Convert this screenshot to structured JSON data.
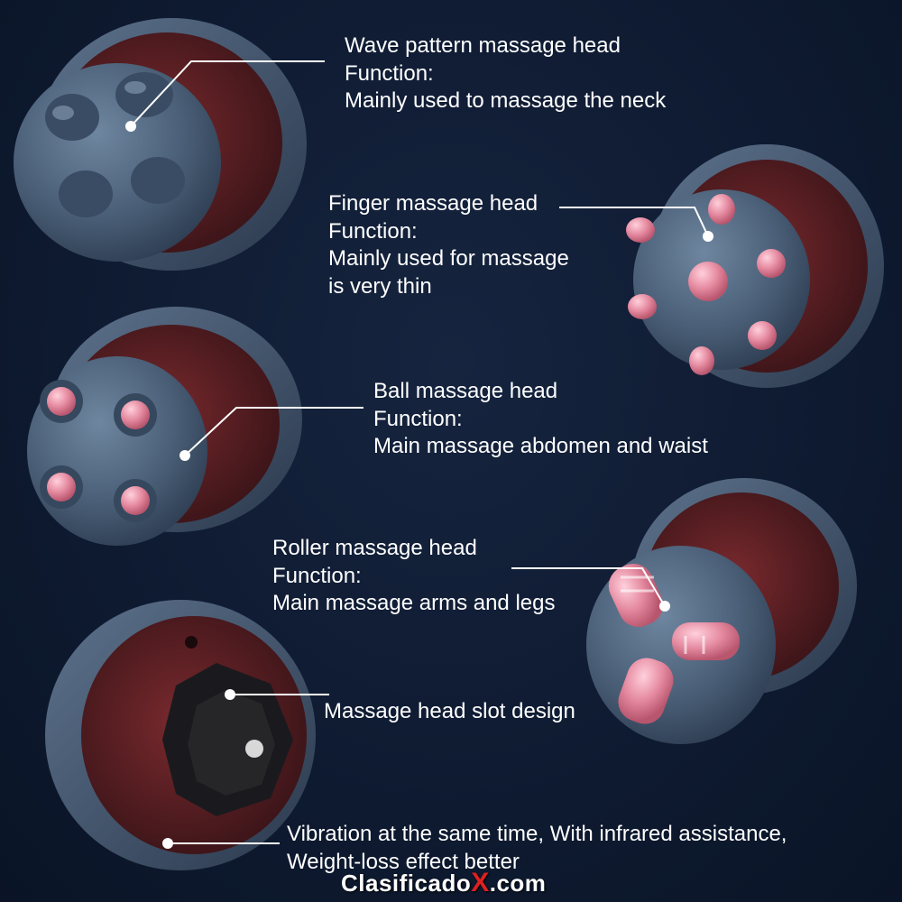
{
  "captions": {
    "wave": {
      "title": "Wave pattern massage head",
      "label": "Function:",
      "desc": "Mainly used to massage the neck"
    },
    "finger": {
      "title": "Finger massage head",
      "label": "Function:",
      "desc1": "Mainly used for massage",
      "desc2": "is very thin"
    },
    "ball": {
      "title": "Ball massage head",
      "label": "Function:",
      "desc": "Main massage abdomen and waist"
    },
    "roller": {
      "title": "Roller massage head",
      "label": "Function:",
      "desc": "Main massage arms and legs"
    },
    "slot": {
      "title": "Massage head slot design"
    },
    "vibration": {
      "line1": "Vibration at the same time, With infrared assistance,",
      "line2": "Weight-loss effect better"
    }
  },
  "watermark": {
    "pre": "Clasificado",
    "x": "X",
    "post": ".com"
  },
  "colors": {
    "background": "#0e1a30",
    "head_body": "#4a5f77",
    "rim_red": "#5a1e22",
    "pink_node": "#e58aa0",
    "leader_line": "#ffffff"
  }
}
